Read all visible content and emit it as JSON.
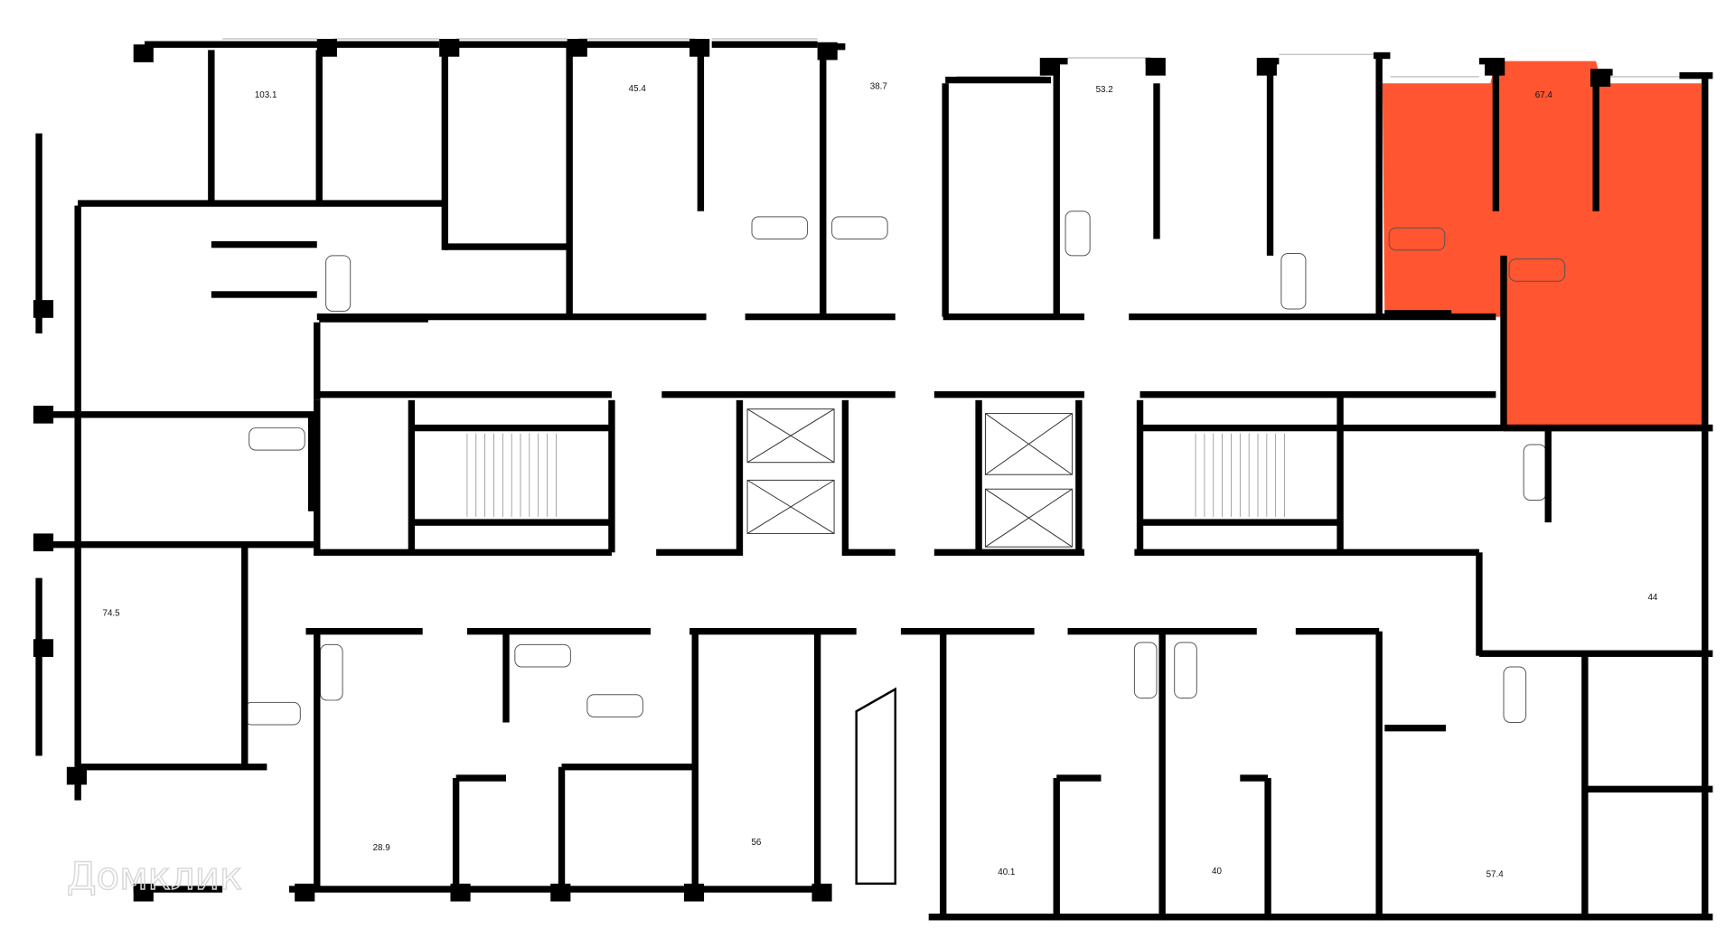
{
  "plan": {
    "highlight_color": "#ff5530",
    "wall_color": "#000000",
    "apartments": [
      {
        "area": "103.1"
      },
      {
        "area": "45.4"
      },
      {
        "area": "38.7"
      },
      {
        "area": "53.2"
      },
      {
        "area": "67.4",
        "highlighted": true
      },
      {
        "area": "74.5"
      },
      {
        "area": "44"
      },
      {
        "area": "28.9"
      },
      {
        "area": "56"
      },
      {
        "area": "40.1"
      },
      {
        "area": "40"
      },
      {
        "area": "57.4"
      }
    ],
    "watermark": "Домклик"
  }
}
